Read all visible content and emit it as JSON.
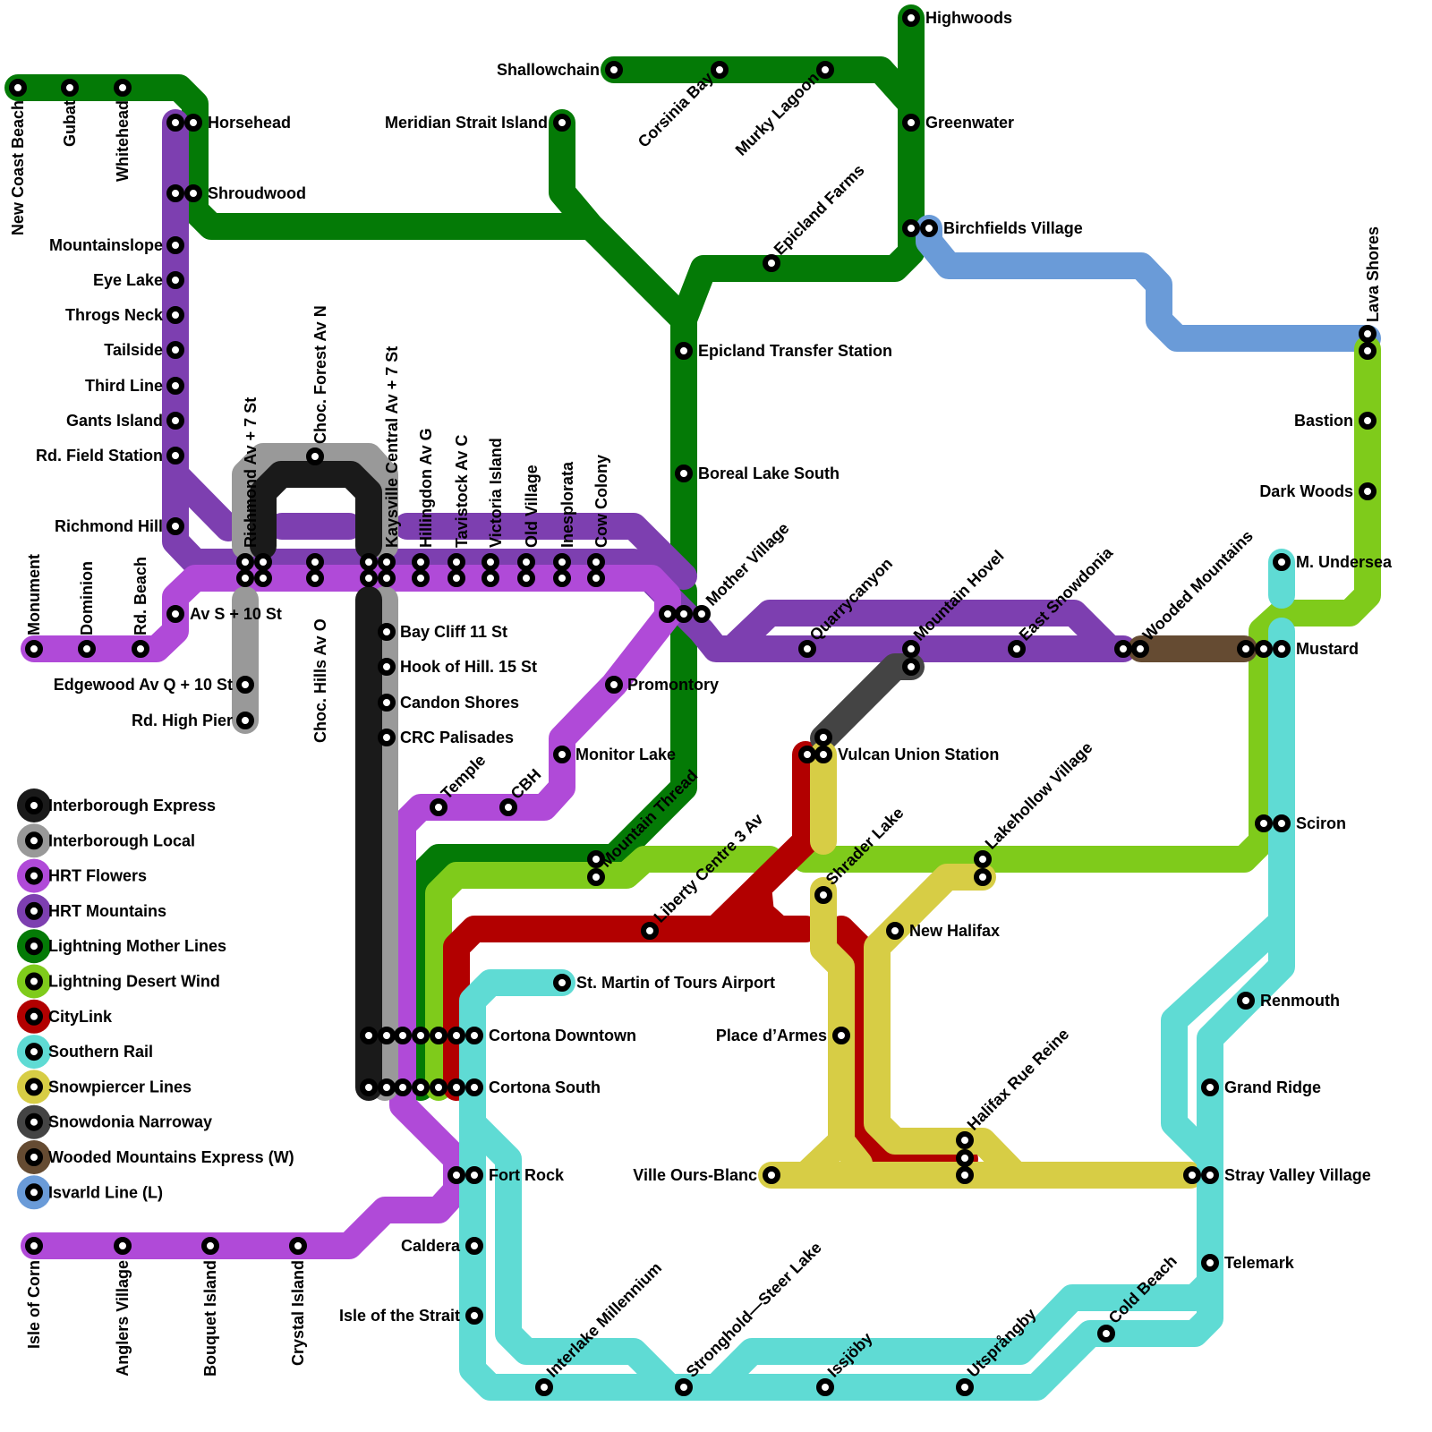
{
  "title": "Metro system map",
  "legend": [
    {
      "name": "Interborough Express",
      "color": "#1a1a1a"
    },
    {
      "name": "Interborough Local",
      "color": "#999999"
    },
    {
      "name": "HRT Flowers",
      "color": "#b04ad8"
    },
    {
      "name": "HRT Mountains",
      "color": "#7d3fb0"
    },
    {
      "name": "Lightning Mother Lines",
      "color": "#047a06"
    },
    {
      "name": "Lightning Desert Wind",
      "color": "#7fcb1b"
    },
    {
      "name": "CityLink",
      "color": "#b20000"
    },
    {
      "name": "Southern Rail",
      "color": "#5fdbd4"
    },
    {
      "name": "Snowpiercer Lines",
      "color": "#d7cd45"
    },
    {
      "name": "Snowdonia Narroway",
      "color": "#444444"
    },
    {
      "name": "Wooded Mountains Express (W)",
      "color": "#654b32"
    },
    {
      "name": "Isvarld Line (L)",
      "color": "#6a9bd8"
    }
  ],
  "stations": {
    "new_coast_beach": "New Coast Beach",
    "gubat": "Gubat",
    "whitehead": "Whitehead",
    "horsehead": "Horsehead",
    "shroudwood": "Shroudwood",
    "mountainslope": "Mountainslope",
    "eye_lake": "Eye Lake",
    "throgs_neck": "Throgs Neck",
    "tailside": "Tailside",
    "third_line": "Third Line",
    "gants_island": "Gants Island",
    "rd_field_station": "Rd. Field Station",
    "richmond_hill": "Richmond Hill",
    "monument": "Monument",
    "dominion": "Dominion",
    "rd_beach": "Rd. Beach",
    "av_s_10_st": "Av S + 10 St",
    "edgewood": "Edgewood Av Q + 10 St",
    "rd_high_pier": "Rd. High Pier",
    "richmond_av": "Richmond Av + 7 St",
    "choc_forest": "Choc. Forest Av N",
    "choc_hills": "Choc. Hills Av O",
    "kaysville": "Kaysville Central Av + 7 St",
    "hillingdon": "Hillingdon Av G",
    "tavistock": "Tavistock Av C",
    "victoria_island": "Victoria Island",
    "old_village": "Old Village",
    "inesplorata": "Inesplorata",
    "cow_colony": "Cow Colony",
    "bay_cliff": "Bay Cliff 11 St",
    "hook_of_hill": "Hook of Hill. 15 St",
    "candon_shores": "Candon Shores",
    "crc_palisades": "CRC Palisades",
    "temple": "Temple",
    "cbh": "CBH",
    "monitor_lake": "Monitor Lake",
    "promontory": "Promontory",
    "mother_village": "Mother Village",
    "shallowchain": "Shallowchain",
    "corsinia_bay": "Corsinia Bay",
    "murky_lagoon": "Murky Lagoon",
    "meridian": "Meridian Strait Island",
    "highwoods": "Highwoods",
    "greenwater": "Greenwater",
    "birchfields": "Birchfields Village",
    "epicland_farms": "Epicland Farms",
    "epicland_transfer": "Epicland Transfer Station",
    "boreal_lake": "Boreal Lake South",
    "mountain_thread": "Mountain Thread",
    "liberty_centre": "Liberty Centre 3 Av",
    "lava_shores": "Lava Shores",
    "bastion": "Bastion",
    "dark_woods": "Dark Woods",
    "m_undersea": "M. Undersea",
    "mustard": "Mustard",
    "sciron": "Sciron",
    "quarrycanyon": "Quarrycanyon",
    "mountain_hovel": "Mountain Hovel",
    "east_snowdonia": "East Snowdonia",
    "wooded_mountains": "Wooded Mountains",
    "vulcan_union": "Vulcan Union Station",
    "shrader_lake": "Shrader Lake",
    "lakehollow": "Lakehollow Village",
    "new_halifax": "New Halifax",
    "place_darmes": "Place d’Armes",
    "halifax_rue_reine": "Halifax Rue Reine",
    "ville_ours_blanc": "Ville Ours-Blanc",
    "stray_valley": "Stray Valley Village",
    "renmouth": "Renmouth",
    "grand_ridge": "Grand Ridge",
    "telemark": "Telemark",
    "cold_beach": "Cold Beach",
    "st_martin": "St. Martin of Tours Airport",
    "cortona_downtown": "Cortona Downtown",
    "cortona_south": "Cortona South",
    "fort_rock": "Fort Rock",
    "caldera": "Caldera",
    "isle_of_the_strait": "Isle of the Strait",
    "isle_of_corn": "Isle of Corn",
    "anglers_village": "Anglers Village",
    "bouquet_island": "Bouquet Island",
    "crystal_island": "Crystal Island",
    "interlake": "Interlake Millennium",
    "stronghold": "Stronghold—Steer Lake",
    "issjoby": "Issjöby",
    "utsprangby": "Utsprångby"
  }
}
